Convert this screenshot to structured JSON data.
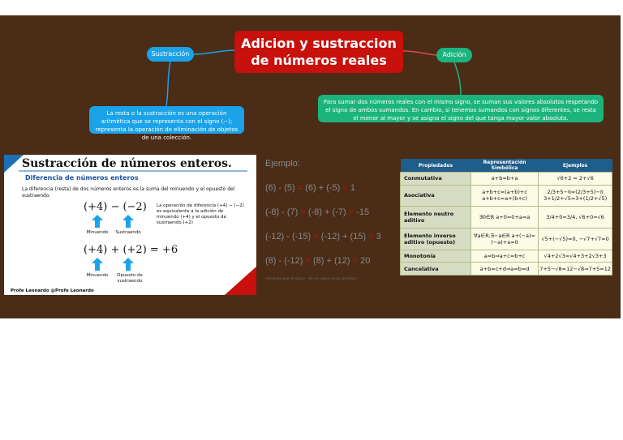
{
  "title": {
    "line1": "Adicion y sustraccion",
    "line2": "de números reales"
  },
  "nodes": {
    "sustraccion": "Sustracción",
    "adicion": "Adición",
    "sustraccion_note": "La resta o la sustracción es una operación aritmética que se representa con el signo (−); representa la operación de eliminación de objetos de una colección.",
    "adicion_note": "Para sumar dos números reales con el mismo signo, se suman sus valores absolutos respetando el signo de ambos sumandos. En cambio, si tenemos sumandos con signos diferentes, se resta el menor al mayor y se asigna el signo del que tanga mayor valor absoluto."
  },
  "colors": {
    "board": "#4a2c17",
    "title": "#c8100c",
    "blue": "#1aa3e8",
    "green": "#1cb47e"
  },
  "slide": {
    "title": "Sustracción de números enteros.",
    "subtitle": "Diferencia de números enteros",
    "definition": "La diferencia (resta) de dos números enteros es la suma del minuendo y el opuesto del sustraendo.",
    "expr1": "(+4) − (−2)",
    "label_minuendo": "Minuendo",
    "label_sustraendo": "Sustraendo",
    "note": "La operación de diferencia (+4) − (−2) es equivalente a la adición de minuendo (+4) y el opuesto de sustraendo (+2)",
    "expr2": "(+4) + (+2) = +6",
    "label_minuendo2": "Minuendo",
    "label_opuesto": "Opuesto de sustraendo",
    "footer": "Profe Leonardo   @Profe Leonardo"
  },
  "examples": {
    "heading": "Ejemplo:",
    "rows": [
      {
        "left": "(6) - (5)",
        "eq": "=",
        "mid": "(6) + (-5)",
        "eq2": "=",
        "res": "1"
      },
      {
        "left": "(-8) - (7)",
        "eq": "=",
        "mid": "(-8) + (-7)",
        "eq2": "=",
        "res": "-15"
      },
      {
        "left": "(-12) - (-15)",
        "eq": "=",
        "mid": "(-12) + (15)",
        "eq2": "=",
        "res": "3"
      },
      {
        "left": "(8) - (-12)",
        "eq": "=",
        "mid": "(8) + (12)",
        "eq2": "=",
        "res": "20"
      }
    ],
    "footnote": "recuerda que el signo - de un signo es un positivo"
  },
  "table": {
    "headers": [
      "Propiedades",
      "Representación Simbólica",
      "Ejemplos"
    ],
    "rows": [
      {
        "prop": "Conmutativa",
        "sym": "a+b=b+a",
        "ex": "√6+2 = 2+√6"
      },
      {
        "prop": "Asociativa",
        "sym": "a+b+c=(a+b)+c  a+b+c=a+(b+c)",
        "ex": "2/3+5−π=(2/3+5)−π  3+1/2+√5=3+(1/2+√5)"
      },
      {
        "prop": "Elemento neutro aditivo",
        "sym": "∃0∈R  a+0=0+a=a",
        "ex": "3/4+0=3/4, √6+0=√6"
      },
      {
        "prop": "Elemento inverso aditivo (opuesto)",
        "sym": "∀a∈R,∃−a∈R  a+(−a)=(−a)+a=0",
        "ex": "√5+(−√5)=0, −√7+√7=0"
      },
      {
        "prop": "Monotonía",
        "sym": "a=b⇒a+c=b+c",
        "ex": "√4+2√3=√4+3+2√3+3"
      },
      {
        "prop": "Cancelativa",
        "sym": "a+b=c+d⇒a=b=d",
        "ex": "7+5−√8=12−√8⇒7+5=12"
      }
    ]
  }
}
